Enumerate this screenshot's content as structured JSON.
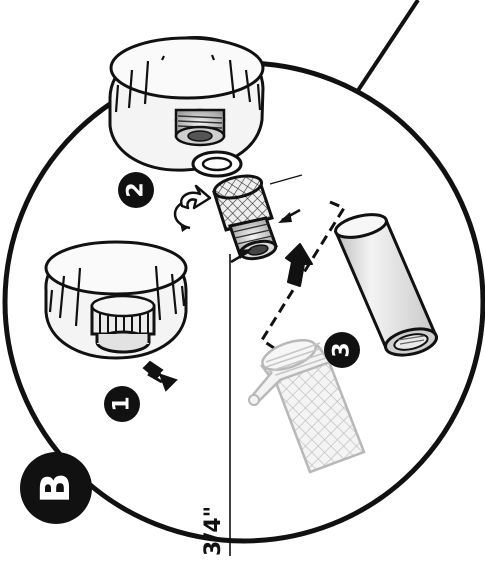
{
  "figure_label": "B",
  "steps": [
    {
      "number": "1"
    },
    {
      "number": "2"
    },
    {
      "number": "3"
    }
  ],
  "thread_size": "3/4\"",
  "colors": {
    "ink": "#111111",
    "paper": "#ffffff",
    "light_part": "#f2f2f2",
    "mid_part": "#d9d9d9",
    "hose_ghost": "#b8b8b8"
  }
}
